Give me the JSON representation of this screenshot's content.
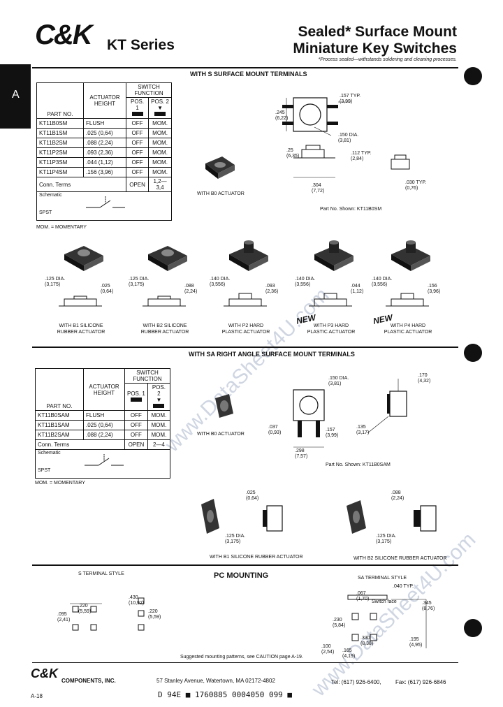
{
  "header": {
    "logo": "C&K",
    "series": "KT Series",
    "title_line1": "Sealed* Surface Mount",
    "title_line2": "Miniature Key Switches",
    "footnote": "*Process sealed—withstands soldering and cleaning processes.",
    "section_tab": "A"
  },
  "section_s": {
    "heading": "WITH S SURFACE MOUNT TERMINALS",
    "col_switch_function": "SWITCH FUNCTION",
    "col_pos1": "POS. 1",
    "col_pos2": "POS. 2",
    "col_part_no": "PART NO.",
    "col_actuator_line1": "ACTUATOR",
    "col_actuator_line2": "HEIGHT",
    "rows": [
      {
        "part": "KT11B0SM",
        "height": "FLUSH",
        "pos1": "OFF",
        "pos2": "MOM."
      },
      {
        "part": "KT11B1SM",
        "height": ".025 (0,64)",
        "pos1": "OFF",
        "pos2": "MOM."
      },
      {
        "part": "KT11B2SM",
        "height": ".088 (2,24)",
        "pos1": "OFF",
        "pos2": "MOM."
      },
      {
        "part": "KT11P2SM",
        "height": ".093 (2,36)",
        "pos1": "OFF",
        "pos2": "MOM."
      },
      {
        "part": "KT11P3SM",
        "height": ".044 (1,12)",
        "pos1": "OFF",
        "pos2": "MOM."
      },
      {
        "part": "KT11P4SM",
        "height": ".156 (3,96)",
        "pos1": "OFF",
        "pos2": "MOM."
      }
    ],
    "conn_label": "Conn. Terms",
    "conn_pos1": "OPEN",
    "conn_pos2": "1,2—3,4",
    "schematic_label": "Schematic",
    "spst": "SPST",
    "mom_note": "MOM. = MOMENTARY",
    "b0_caption": "WITH B0 ACTUATOR",
    "part_shown": "Part No. Shown: KT11B0SM",
    "dims": {
      "d157": ".157 TYP.",
      "d157m": "(3,99)",
      "d245": ".245",
      "d245m": "(6,22)",
      "d150": ".150 DIA.",
      "d150m": "(3,81)",
      "d25": ".25",
      "d25m": "(6,35)",
      "d112": ".112 TYP.",
      "d112m": "(2,84)",
      "d304": ".304",
      "d304m": "(7,72)",
      "d030": ".030 TYP.",
      "d030m": "(0,76)"
    },
    "variants": [
      {
        "caption1": "WITH B1 SILICONE",
        "caption2": "RUBBER ACTUATOR",
        "dia": ".125 DIA.",
        "diam": "(3,175)",
        "h": ".025",
        "hm": "(0,64)"
      },
      {
        "caption1": "WITH B2 SILICONE",
        "caption2": "RUBBER ACTUATOR",
        "dia": ".125 DIA.",
        "diam": "(3,175)",
        "h": ".088",
        "hm": "(2,24)"
      },
      {
        "caption1": "WITH P2 HARD",
        "caption2": "PLASTIC ACTUATOR",
        "dia": ".140 DIA.",
        "diam": "(3,556)",
        "h": ".093",
        "hm": "(2,36)"
      },
      {
        "caption1": "WITH P3 HARD",
        "caption2": "PLASTIC ACTUATOR",
        "dia": ".140 DIA.",
        "diam": "(3,556)",
        "h": ".044",
        "hm": "(1,12)"
      },
      {
        "caption1": "WITH P4 HARD",
        "caption2": "PLASTIC ACTUATOR",
        "dia": ".140 DIA.",
        "diam": "(3,556)",
        "h": ".156",
        "hm": "(3,96)"
      }
    ],
    "new_badge": "NEW"
  },
  "section_sa": {
    "heading": "WITH SA RIGHT ANGLE SURFACE MOUNT TERMINALS",
    "col_switch_function": "SWITCH FUNCTION",
    "col_pos1": "POS. 1",
    "col_pos2": "POS. 2",
    "col_part_no": "PART NO.",
    "col_actuator_line1": "ACTUATOR",
    "col_actuator_line2": "HEIGHT",
    "rows": [
      {
        "part": "KT11B0SAM",
        "height": "FLUSH",
        "pos1": "OFF",
        "pos2": "MOM."
      },
      {
        "part": "KT11B1SAM",
        "height": ".025 (0,64)",
        "pos1": "OFF",
        "pos2": "MOM."
      },
      {
        "part": "KT11B2SAM",
        "height": ".088 (2,24)",
        "pos1": "OFF",
        "pos2": "MOM."
      }
    ],
    "conn_label": "Conn. Terms",
    "conn_pos1": "OPEN",
    "conn_pos2": "2—4",
    "schematic_label": "Schematic",
    "spst": "SPST",
    "mom_note": "MOM. = MOMENTARY",
    "b0_caption": "WITH B0 ACTUATOR",
    "part_shown": "Part No. Shown: KT11B0SAM",
    "dims": {
      "d150": ".150 DIA.",
      "d150m": "(3,81)",
      "d170": ".170",
      "d170m": "(4,32)",
      "d037": ".037",
      "d037m": "(0,93)",
      "d157": ".157",
      "d157m": "(3,99)",
      "d135": ".135",
      "d135m": "(3,17)",
      "d298": ".298",
      "d298m": "(7,57)"
    },
    "b1": {
      "caption": "WITH B1 SILICONE RUBBER ACTUATOR",
      "h": ".025",
      "hm": "(0,64)",
      "dia": ".125 DIA.",
      "diam": "(3,175)"
    },
    "b2": {
      "caption": "WITH B2 SILICONE RUBBER ACTUATOR",
      "h": ".088",
      "hm": "(2,24)",
      "dia": ".125 DIA.",
      "diam": "(3,175)"
    }
  },
  "pc": {
    "s_style": "S TERMINAL STYLE",
    "heading": "PC MOUNTING",
    "sa_style": "SA TERMINAL STYLE",
    "s_dims": {
      "d220": ".220",
      "d220m": "(5,59)",
      "d095": ".095",
      "d095m": "(2,41)",
      "d430": ".430",
      "d430m": "(10,92)",
      "d220b": ".220",
      "d220bm": "(5,59)"
    },
    "sa_dims": {
      "d040": ".040 TYP.",
      "d067": ".067",
      "d067m": "(1,70)",
      "d345": ".345",
      "d345m": "(8,76)",
      "d230": ".230",
      "d230m": "(5,84)",
      "d100": ".100",
      "d100m": "(2,54)",
      "d330": ".330",
      "d330m": "(8,38)",
      "d195": ".195",
      "d195m": "(4,95)",
      "d165": ".165",
      "d165m": "(4,19)"
    },
    "switch_face": "Switch face",
    "suggest": "Suggested mounting patterns, see CAUTION page A-19."
  },
  "footer": {
    "logo": "C&K",
    "company": "COMPONENTS, INC.",
    "address": "57 Stanley Avenue, Watertown, MA 02172-4802",
    "phone": "Tel: (617) 926-6400,",
    "fax": "Fax: (617) 926-6846",
    "page": "A-18",
    "stamp": "D   94E ■ 1760885 0004050 099 ■"
  },
  "watermark": "www.DataSheet4U.com"
}
